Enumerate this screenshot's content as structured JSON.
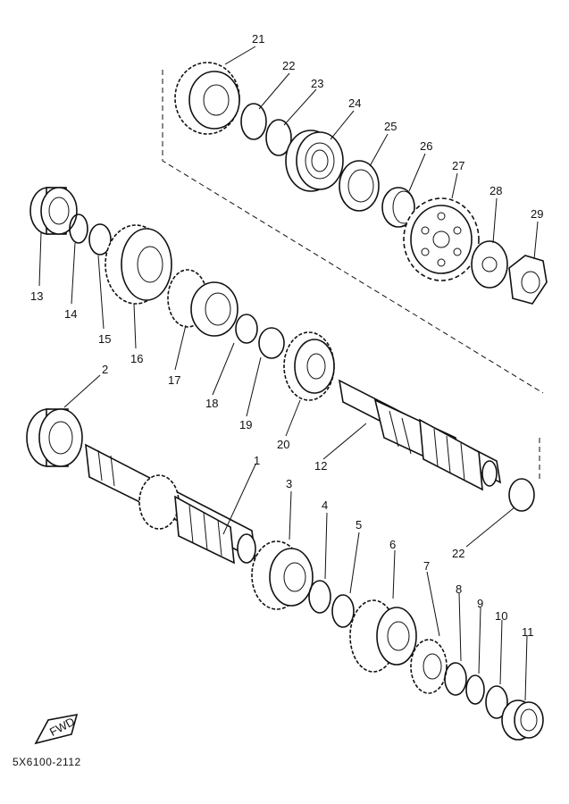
{
  "labels": {
    "n1": "1",
    "n2": "2",
    "n3": "3",
    "n4": "4",
    "n5": "5",
    "n6": "6",
    "n7": "7",
    "n8": "8",
    "n9": "9",
    "n10": "10",
    "n11": "11",
    "n12": "12",
    "n13": "13",
    "n14": "14",
    "n15": "15",
    "n16": "16",
    "n17": "17",
    "n18": "18",
    "n19": "19",
    "n20": "20",
    "n21": "21",
    "n22a": "22",
    "n22b": "22",
    "n23": "23",
    "n24": "24",
    "n25": "25",
    "n26": "26",
    "n27": "27",
    "n28": "28",
    "n29": "29"
  },
  "fwd_mark": "FWD",
  "drawing_code": "5X6100-2112"
}
